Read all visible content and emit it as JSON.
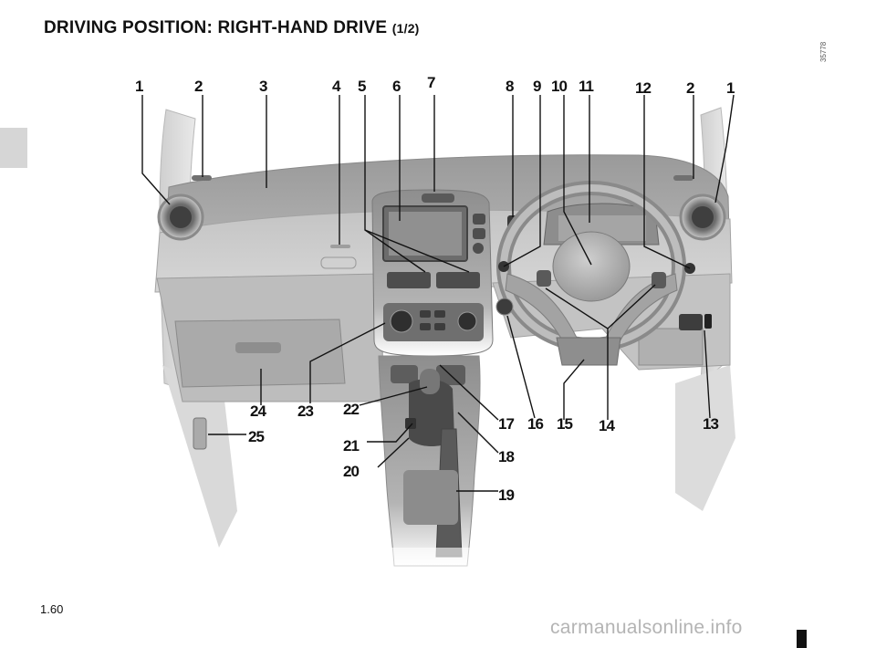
{
  "header": {
    "title": "DRIVING POSITION: RIGHT-HAND DRIVE",
    "page_part": "(1/2)"
  },
  "figure": {
    "reference_code": "35778",
    "callouts": [
      "1",
      "2",
      "3",
      "4",
      "5",
      "6",
      "7",
      "8",
      "9",
      "10",
      "11",
      "12",
      "2",
      "1",
      "13",
      "14",
      "15",
      "16",
      "17",
      "18",
      "19",
      "20",
      "21",
      "22",
      "23",
      "24",
      "25"
    ]
  },
  "footer": {
    "page_number": "1.60",
    "watermark": "carmanualsonline.info"
  }
}
